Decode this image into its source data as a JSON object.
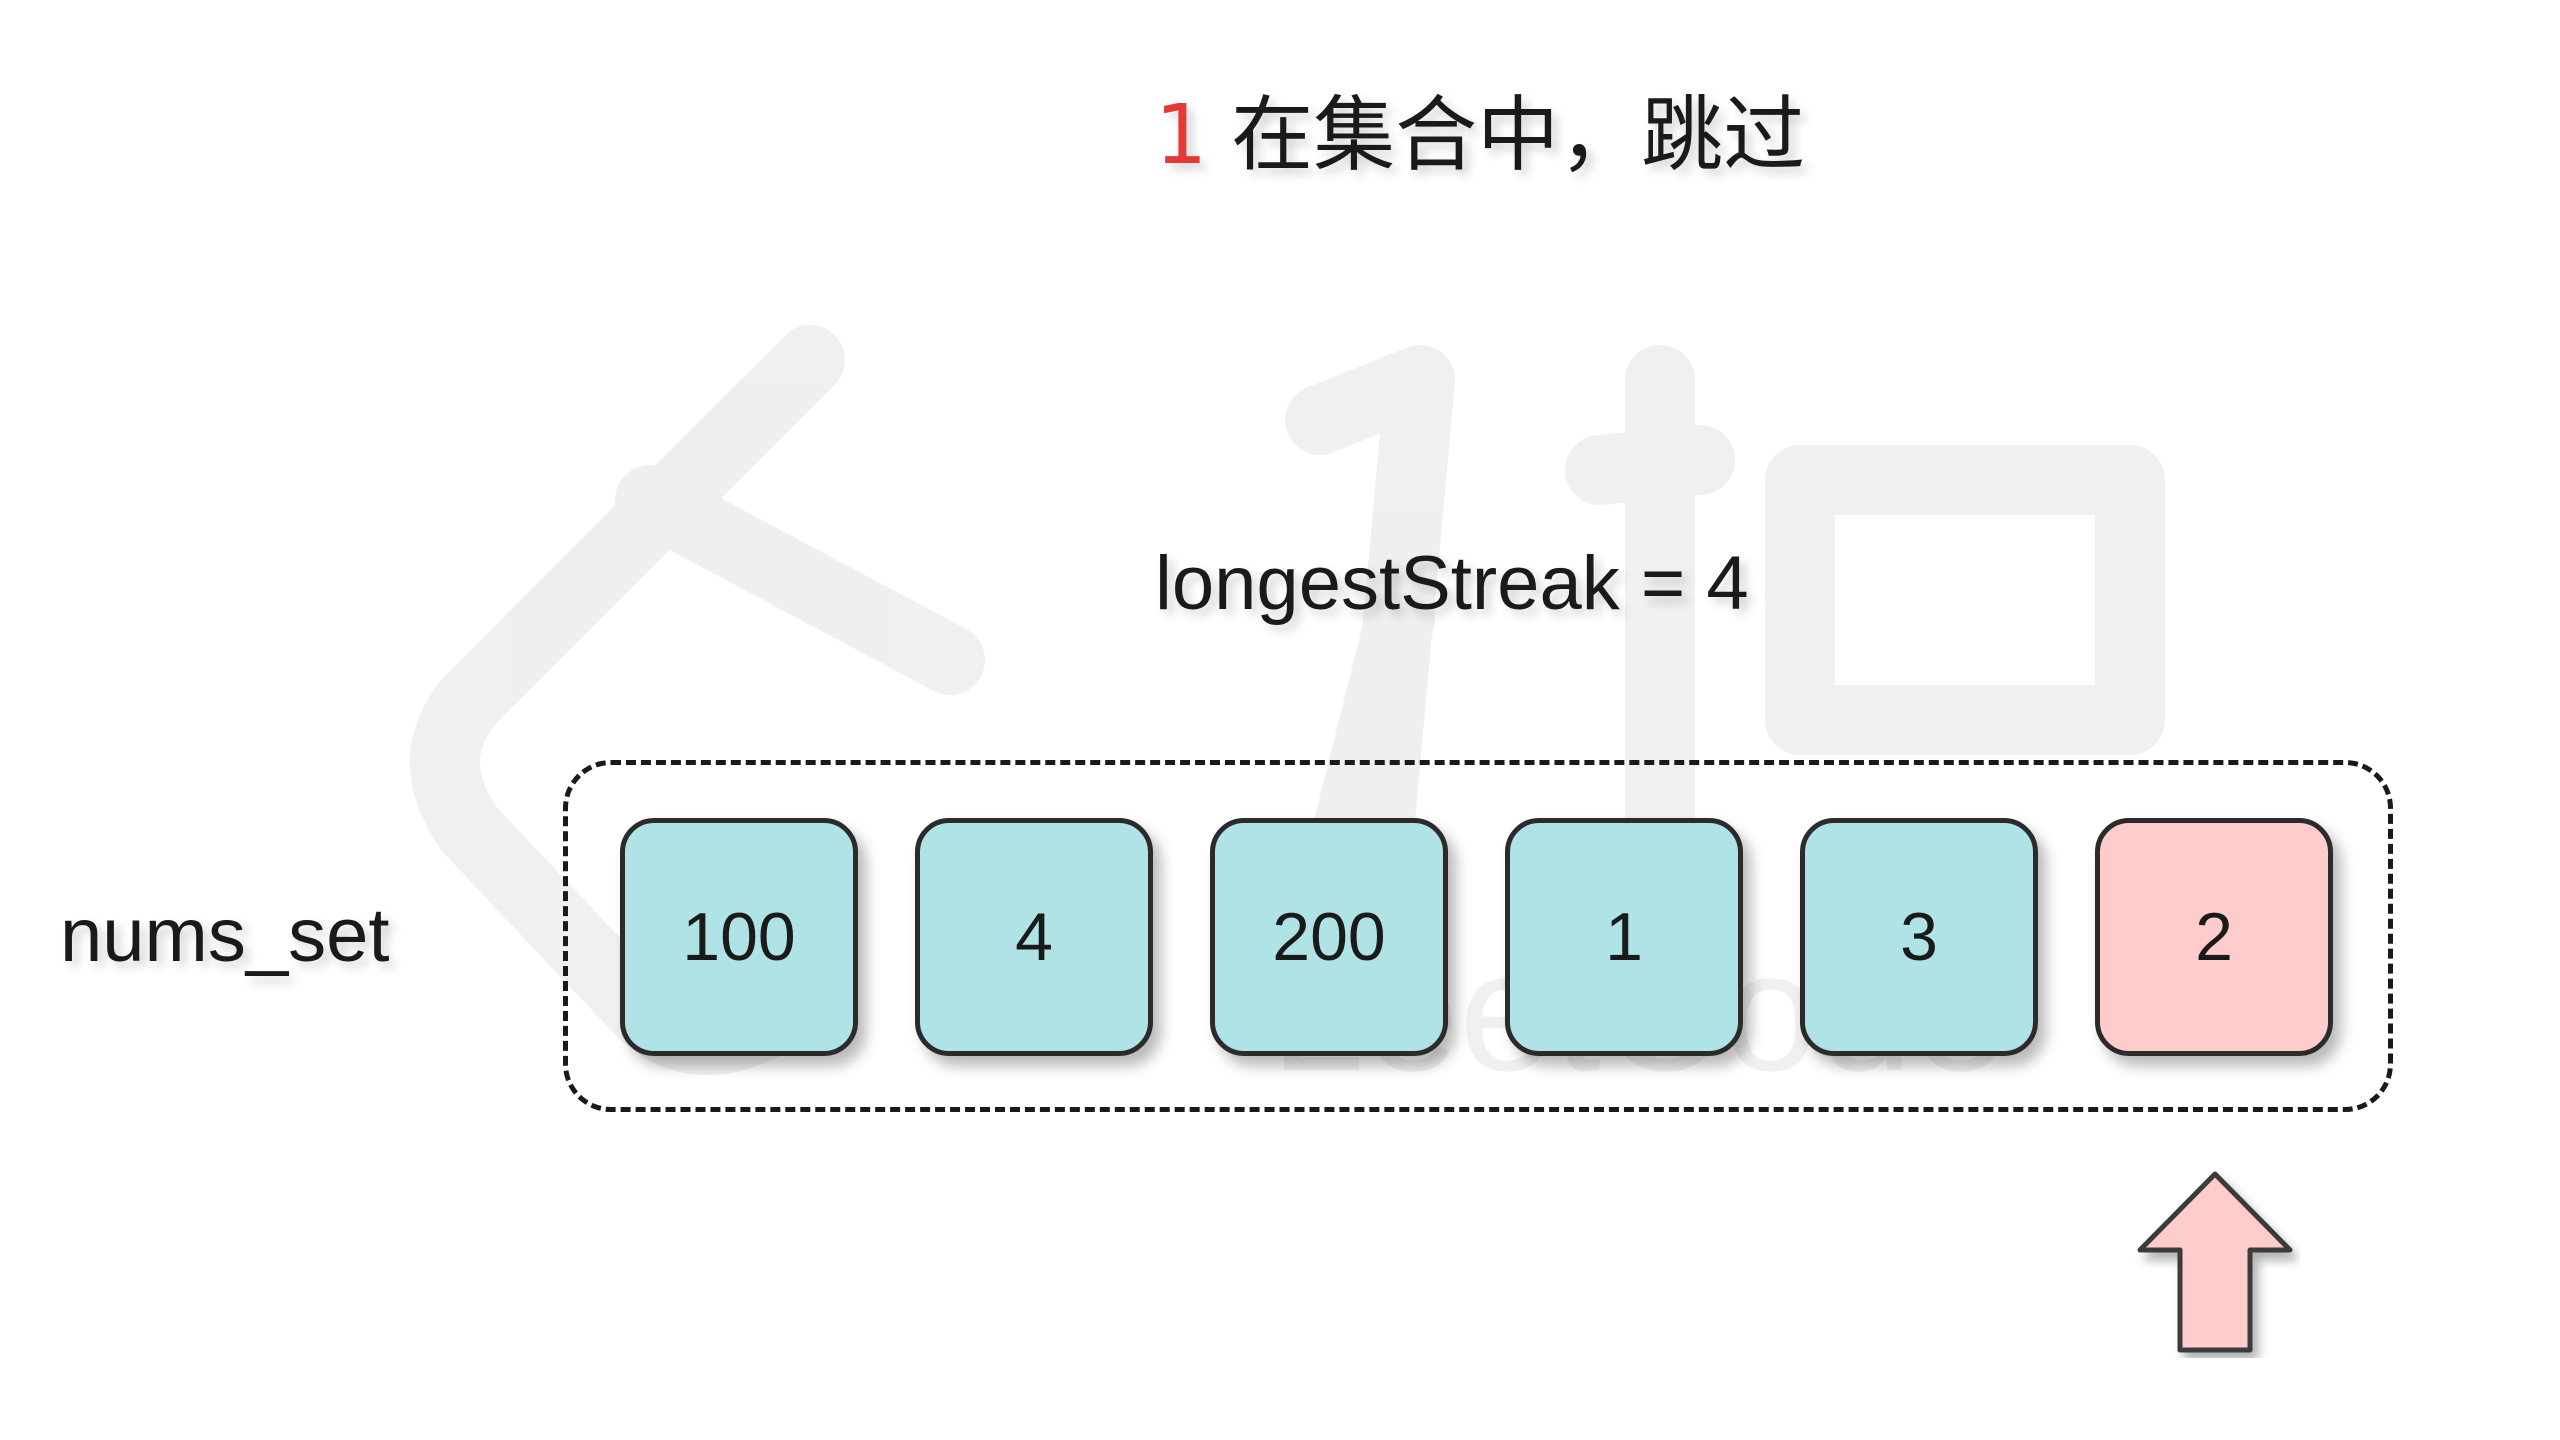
{
  "headline": {
    "number": "1",
    "text": "在集合中，跳过"
  },
  "streak": {
    "text": "longestStreak = 4"
  },
  "set": {
    "label": "nums_set",
    "items": [
      "100",
      "4",
      "200",
      "1",
      "3",
      "2"
    ],
    "active_index": 5
  },
  "colors": {
    "cell_fill": "#b0e3e6",
    "active_fill": "#ffcccc",
    "highlight_text": "#e53935"
  },
  "icons": {
    "pointer": "up-arrow-icon",
    "watermark": "leetcode-logo"
  },
  "watermark_text": "LeetCode"
}
